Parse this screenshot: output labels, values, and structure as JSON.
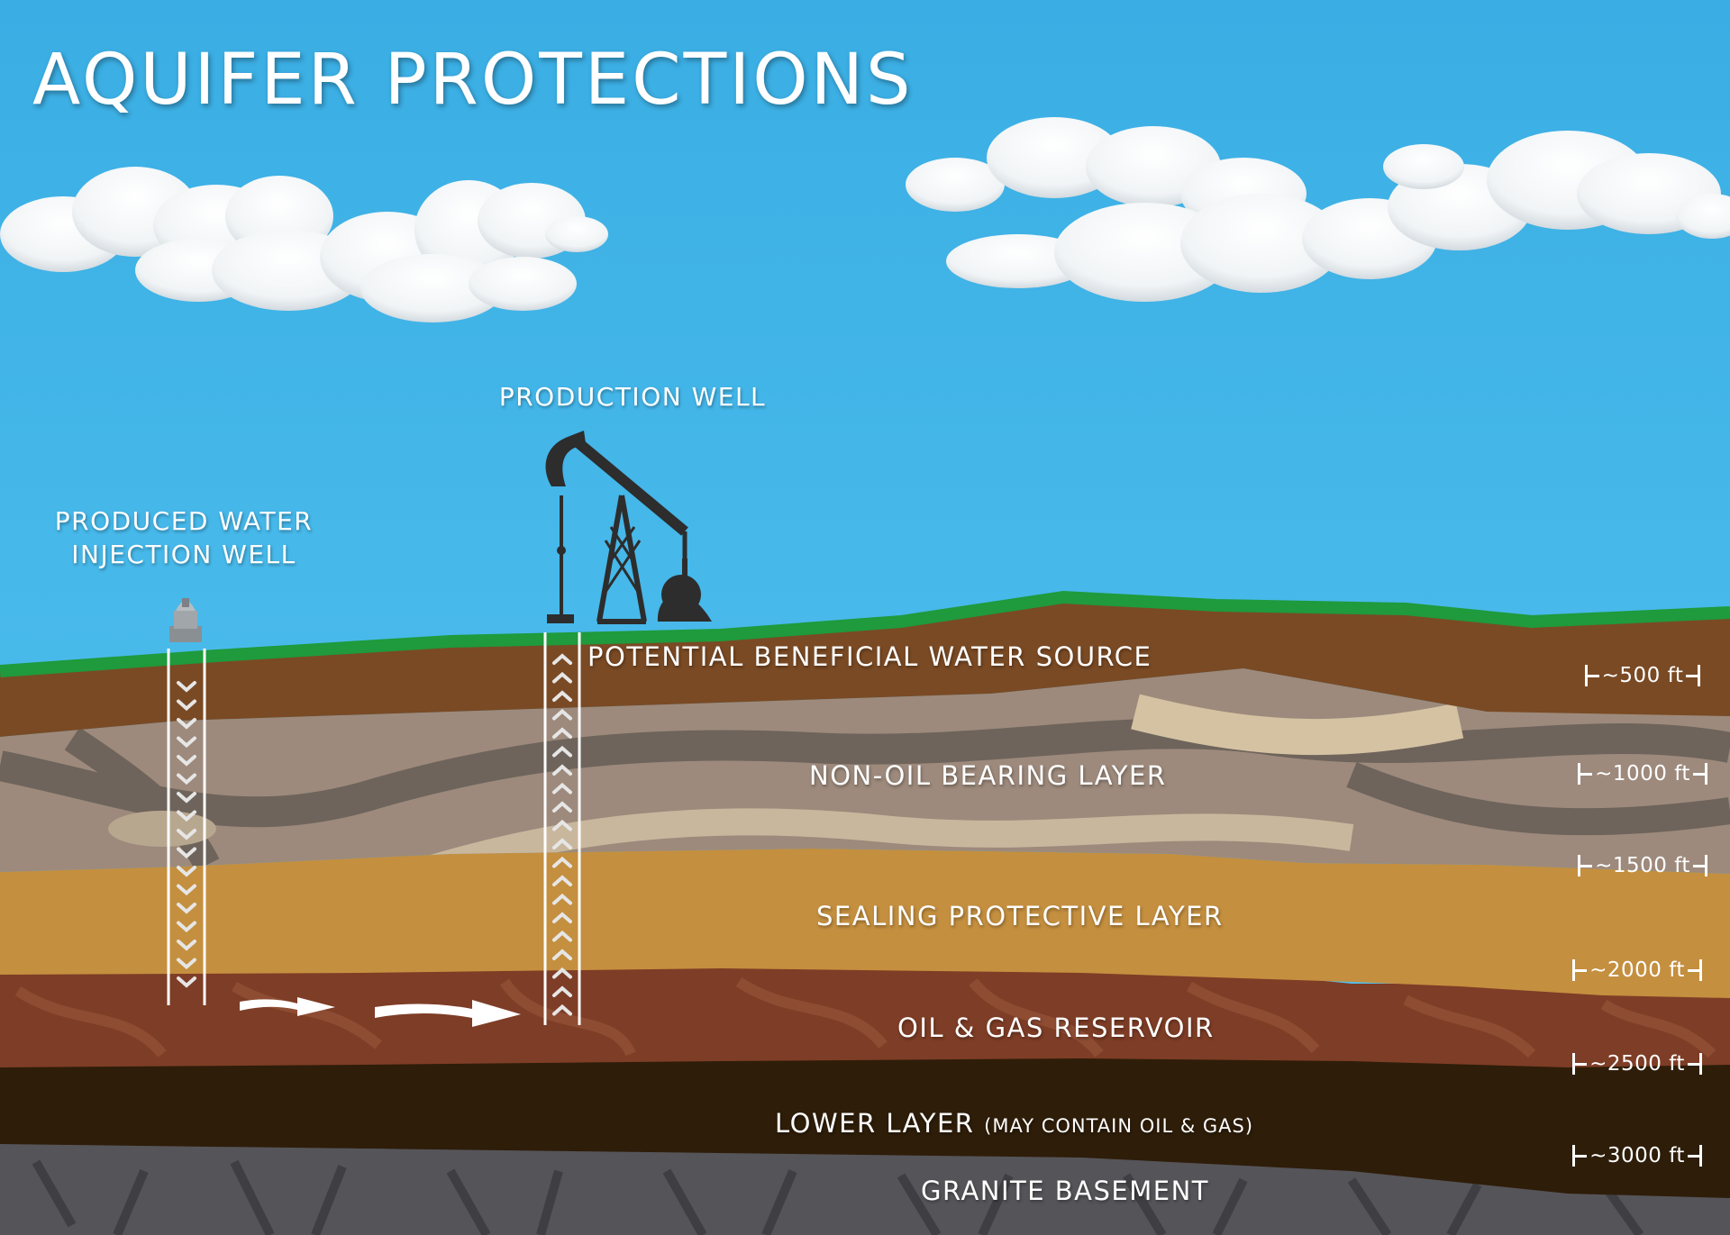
{
  "title": "AQUIFER PROTECTIONS",
  "wells": {
    "injection": {
      "line1": "PRODUCED WATER",
      "line2": "INJECTION WELL"
    },
    "production": {
      "label": "PRODUCTION WELL"
    }
  },
  "layers": {
    "water_source": "POTENTIAL BENEFICIAL WATER SOURCE",
    "non_oil": "NON-OIL BEARING LAYER",
    "sealing": "SEALING PROTECTIVE LAYER",
    "reservoir": "OIL & GAS RESERVOIR",
    "lower": "LOWER LAYER",
    "lower_note": "(MAY CONTAIN OIL & GAS)",
    "granite": "GRANITE BASEMENT"
  },
  "depths": [
    "~500 ft",
    "~1000 ft",
    "~1500 ft",
    "~2000 ft",
    "~2500 ft",
    "~3000 ft"
  ],
  "colors": {
    "sky": "#4ec1ee",
    "grass": "#1f9a3c",
    "topsoil": "#7a4a24",
    "non_oil": "#9d8a7c",
    "sealing": "#c48f3f",
    "reservoir": "#7e3d26",
    "lower": "#2e1d09",
    "granite": "#555459"
  }
}
